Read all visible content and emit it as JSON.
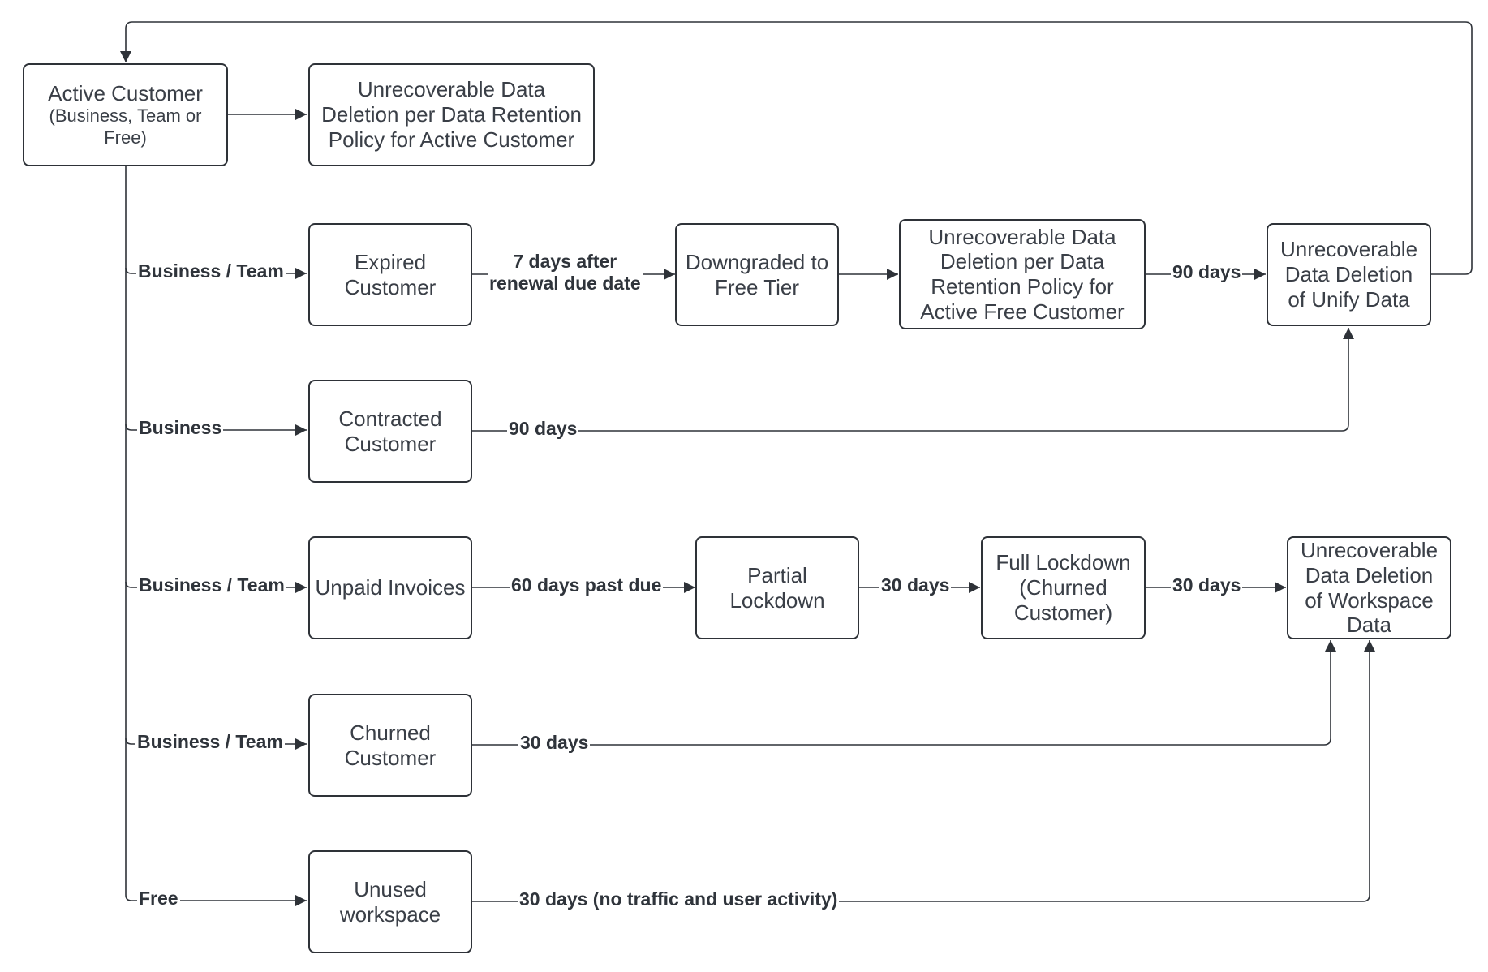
{
  "nodes": {
    "active": {
      "title": "Active Customer",
      "subtitle": "(Business, Team or Free)"
    },
    "active_deletion": {
      "text": "Unrecoverable Data Deletion per Data Retention Policy for Active Customer"
    },
    "expired": {
      "text": "Expired Customer"
    },
    "downgraded": {
      "text": "Downgraded to Free Tier"
    },
    "free_deletion": {
      "text": "Unrecoverable Data Deletion per Data Retention Policy for Active Free Customer"
    },
    "unify_deletion": {
      "text": "Unrecoverable Data Deletion of Unify Data"
    },
    "contracted": {
      "text": "Contracted Customer"
    },
    "unpaid": {
      "text": "Unpaid Invoices"
    },
    "partial": {
      "text": "Partial Lockdown"
    },
    "full_lockdown": {
      "text": "Full Lockdown (Churned Customer)"
    },
    "workspace_deletion": {
      "text": "Unrecoverable Data Deletion of Workspace Data"
    },
    "churned": {
      "text": "Churned Customer"
    },
    "unused": {
      "text": "Unused workspace"
    }
  },
  "edge_labels": {
    "branch_expired": "Business / Team",
    "branch_contracted": "Business",
    "branch_unpaid": "Business / Team",
    "branch_churned": "Business / Team",
    "branch_unused": "Free",
    "expired_to_downgraded_line1": "7 days after",
    "expired_to_downgraded_line2": "renewal due date",
    "free_deletion_to_unify": "90 days",
    "contracted_to_unify": "90 days",
    "unpaid_to_partial": "60 days past due",
    "partial_to_full": "30 days",
    "full_to_workspace": "30 days",
    "churned_to_workspace": "30 days",
    "unused_to_workspace": "30 days (no traffic and user activity)"
  },
  "colors": {
    "line": "#2e3238",
    "text": "#3a3f47",
    "background": "#ffffff"
  }
}
